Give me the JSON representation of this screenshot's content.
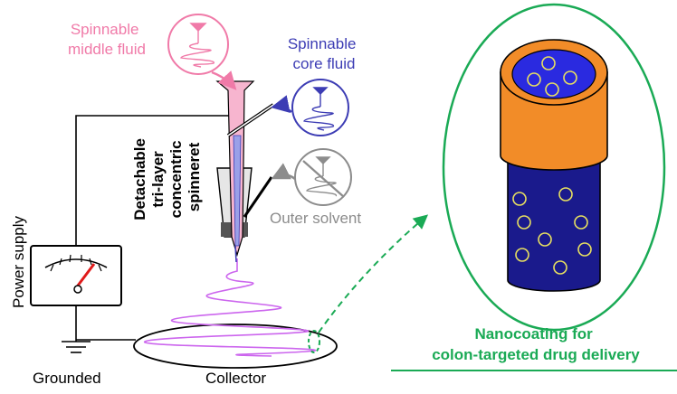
{
  "labels": {
    "middle_fluid": [
      "Spinnable",
      "middle fluid"
    ],
    "core_fluid": [
      "Spinnable",
      "core fluid"
    ],
    "spinneret": [
      "Detachable",
      "tri-layer",
      "concentric",
      "spinneret"
    ],
    "outer_solvent": "Outer solvent",
    "power_supply": "Power supply",
    "grounded": "Grounded",
    "collector": "Collector",
    "nanocoating": [
      "Nanocoating for",
      "colon-targeted drug delivery"
    ]
  },
  "colors": {
    "middle": "#f07aa8",
    "middle_fill": "#f7b5cf",
    "core": "#3c3cb4",
    "outer": "#8c8c8c",
    "fiber": "#cc66ee",
    "accent_green": "#1aaa55",
    "shell": "#f28c28",
    "core_cyl": "#1a1a8c",
    "drug": "#e8e060"
  },
  "icons": {
    "middle_bubble": "spinnable-jet-icon",
    "core_bubble": "spinnable-jet-icon",
    "outer_bubble": "non-spinnable-jet-icon",
    "meter": "voltmeter-icon",
    "ground": "ground-icon"
  }
}
